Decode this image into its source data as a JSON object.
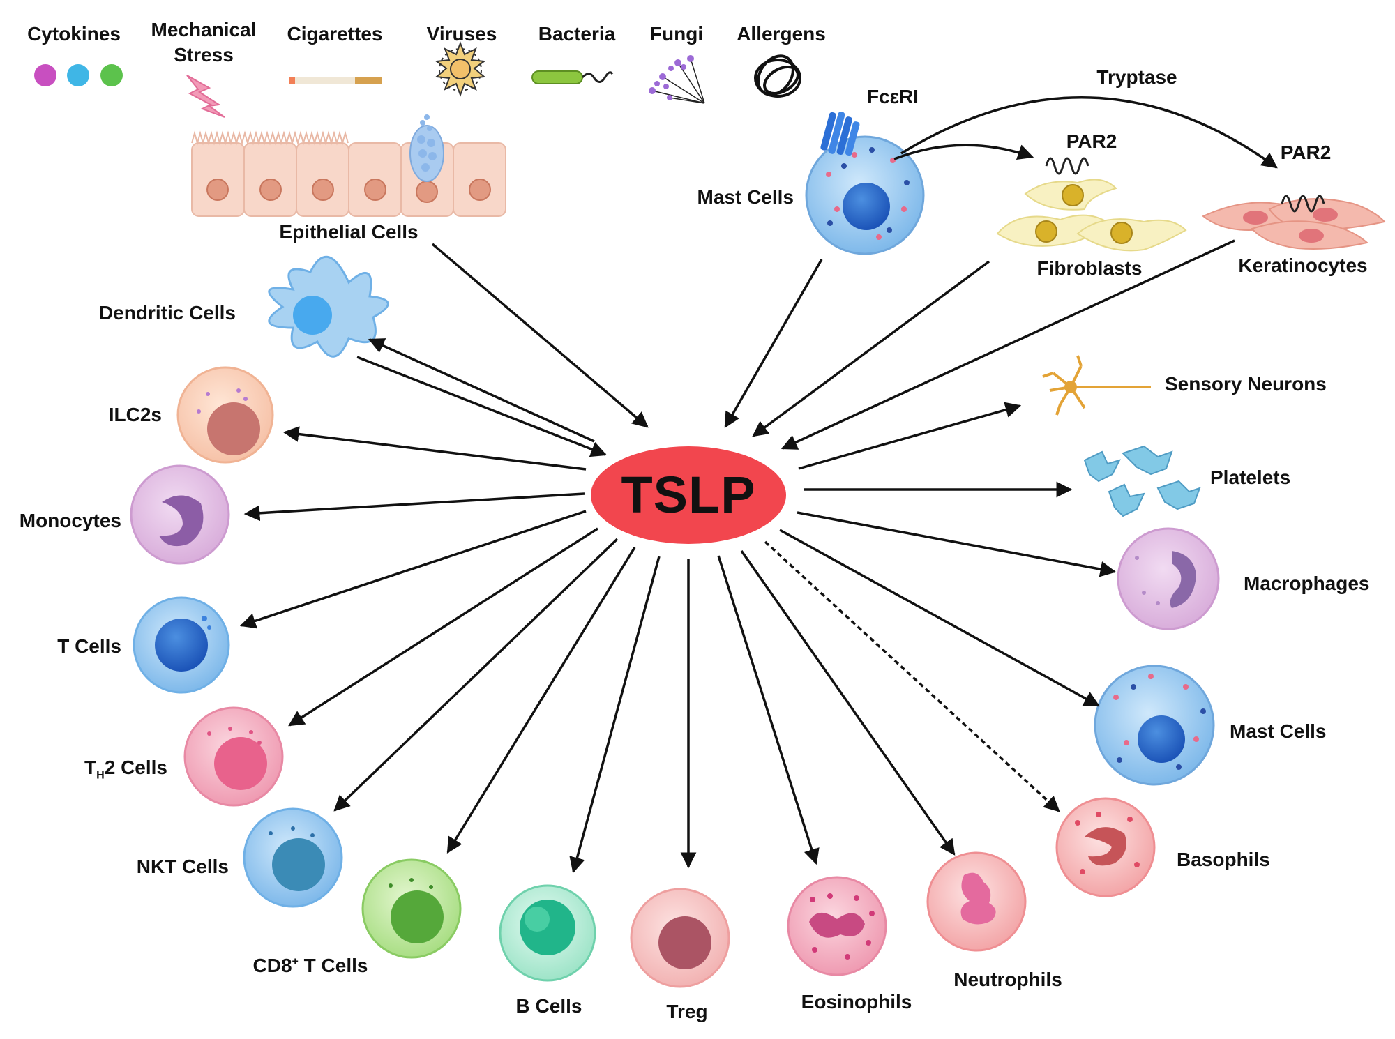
{
  "center": {
    "label": "TSLP",
    "color": "#f2464e"
  },
  "triggers": {
    "cytokines": "Cytokines",
    "mechanical_stress_line1": "Mechanical",
    "mechanical_stress_line2": "Stress",
    "cigarettes": "Cigarettes",
    "viruses": "Viruses",
    "bacteria": "Bacteria",
    "fungi": "Fungi",
    "allergens": "Allergens"
  },
  "sources": {
    "epithelial": "Epithelial Cells",
    "mast_source": "Mast Cells",
    "fceri": "FcεRI",
    "tryptase": "Tryptase",
    "par2_fibroblast": "PAR2",
    "par2_keratinocyte": "PAR2",
    "fibroblasts": "Fibroblasts",
    "keratinocytes": "Keratinocytes"
  },
  "targets": {
    "dendritic": "Dendritic Cells",
    "ilc2": "ILC2s",
    "monocytes": "Monocytes",
    "tcells": "T Cells",
    "th2_pre": "T",
    "th2_sub": "H",
    "th2_post": "2 Cells",
    "nkt": "NKT Cells",
    "cd8_pre": "CD8",
    "cd8_sup": "+",
    "cd8_post": " T Cells",
    "bcells": "B Cells",
    "treg": "Treg",
    "eosinophils": "Eosinophils",
    "neutrophils": "Neutrophils",
    "basophils": "Basophils",
    "mast_target": "Mast Cells",
    "macrophages": "Macrophages",
    "platelets": "Platelets",
    "sensory_neurons": "Sensory Neurons"
  }
}
